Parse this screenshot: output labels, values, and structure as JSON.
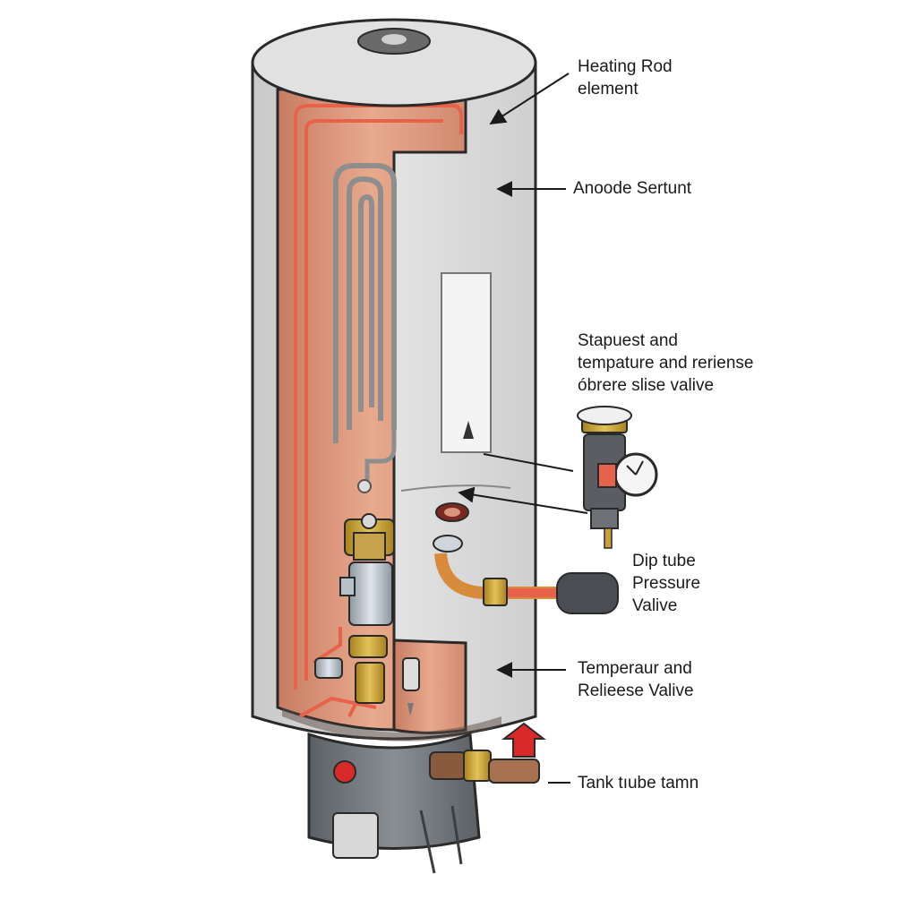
{
  "labels": {
    "heating_rod": [
      "Heating Rod",
      "element"
    ],
    "anode": [
      "Anoode Sertunt"
    ],
    "stapuest": [
      "Stapuest and",
      "tempature and reriense",
      "óbrere slise valive"
    ],
    "dip_tube": [
      "Dip tube",
      "Pressure",
      "Valive"
    ],
    "temperaur": [
      "Temperaur and",
      "Relieese Valive"
    ],
    "tank_tube": [
      "Tank tıube tamn"
    ]
  },
  "colors": {
    "tank_shell": "#d8d8d8",
    "tank_top": "#e2e2e2",
    "copper_interior": "#d9957a",
    "heating_line": "#e8614a",
    "brass": "#c9a13a",
    "base": "#6f7478",
    "outline": "#2a2a2a"
  },
  "icons": {
    "heating_element": "heating-coil-icon",
    "gauge": "pressure-gauge-icon",
    "valve": "valve-icon",
    "warning": "warning-triangle-icon",
    "drain_arrow": "red-arrow-icon"
  }
}
